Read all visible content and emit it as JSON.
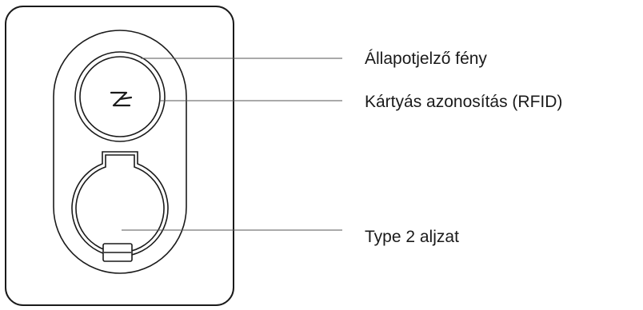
{
  "callouts": [
    {
      "id": "status-light",
      "label": "Állapotjelző fény"
    },
    {
      "id": "rfid",
      "label": "Kártyás azonosítás (RFID)"
    },
    {
      "id": "socket",
      "label": "Type 2 aljzat"
    }
  ],
  "colors": {
    "stroke": "#1a1a1a",
    "leader": "#555555",
    "background": "#ffffff"
  },
  "icons": {
    "logo": "z-lightning-logo-icon"
  }
}
